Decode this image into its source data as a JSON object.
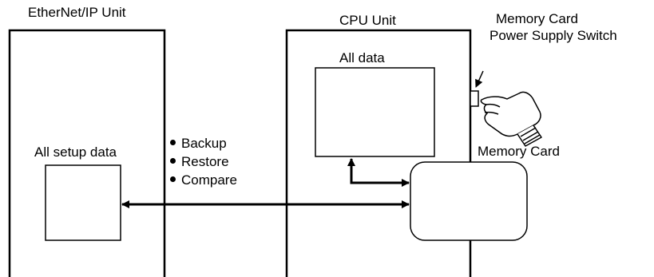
{
  "units": {
    "ethernet_label": "EtherNet/IP Unit",
    "cpu_label": "CPU Unit"
  },
  "boxes": {
    "setup_label": "All setup data",
    "all_data_label": "All data",
    "memory_card_label": "Memory Card"
  },
  "switch": {
    "line1": "Memory Card",
    "line2": "Power Supply Switch"
  },
  "operations": [
    "Backup",
    "Restore",
    "Compare"
  ]
}
